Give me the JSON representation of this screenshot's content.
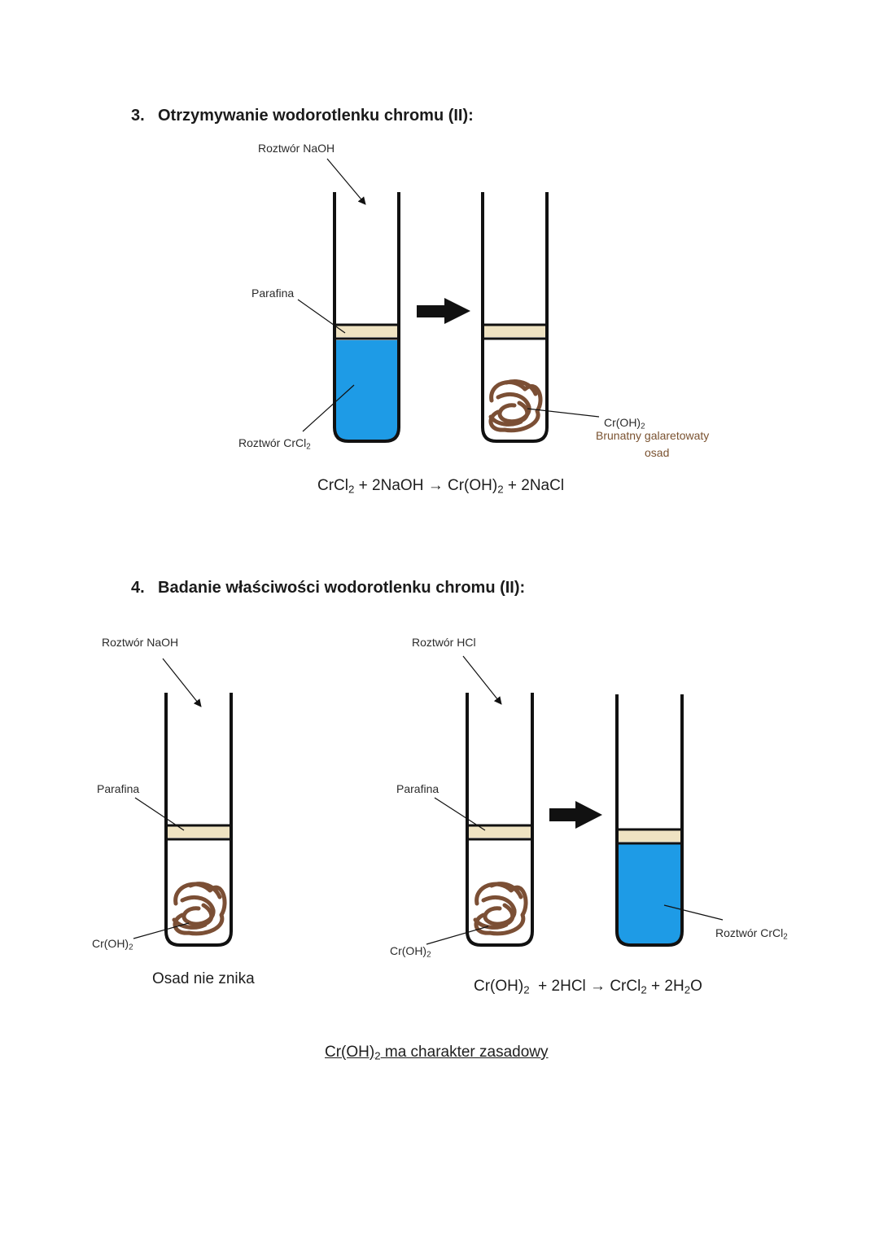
{
  "section3": {
    "number": "3.",
    "title": "Otrzymywanie wodorotlenku chromu (II):",
    "label_naoh": "Roztwór NaOH",
    "label_parafina": "Parafina",
    "label_crcl2_pre": "Roztwór CrCl",
    "label_crcl2_sub": "2",
    "label_croh2_pre": "Cr(OH)",
    "label_croh2_sub": "2",
    "label_precipitate_1": "Brunatny galaretowaty",
    "label_precipitate_2": "osad",
    "equation": {
      "p1": "CrCl",
      "s1": "2",
      "p2": " + 2NaOH → Cr(OH)",
      "s2": "2",
      "p3": " + 2NaCl"
    }
  },
  "section4": {
    "number": "4.",
    "title": "Badanie właściwości wodorotlenku chromu (II):",
    "left": {
      "label_naoh": "Roztwór NaOH",
      "label_parafina": "Parafina",
      "label_croh2_pre": "Cr(OH)",
      "label_croh2_sub": "2",
      "result": "Osad nie znika"
    },
    "right": {
      "label_hcl": "Roztwór HCl",
      "label_parafina": "Parafina",
      "label_croh2_pre": "Cr(OH)",
      "label_croh2_sub": "2",
      "label_crcl2_pre": "Roztwór CrCl",
      "label_crcl2_sub": "2",
      "equation": {
        "p1": "Cr(OH)",
        "s1": "2",
        "p2": "  + 2HCl → CrCl",
        "s2": "2",
        "p3": " + 2H",
        "s3": "2",
        "p4": "O"
      }
    },
    "conclusion": {
      "p1": "Cr(OH)",
      "s1": "2",
      "p2": " ma charakter zasadowy"
    }
  },
  "colors": {
    "solution_blue": "#1e9be6",
    "paraffin": "#efe3c2",
    "precipitate": "#7b4f35",
    "precipitate_label": "#7a5230"
  }
}
